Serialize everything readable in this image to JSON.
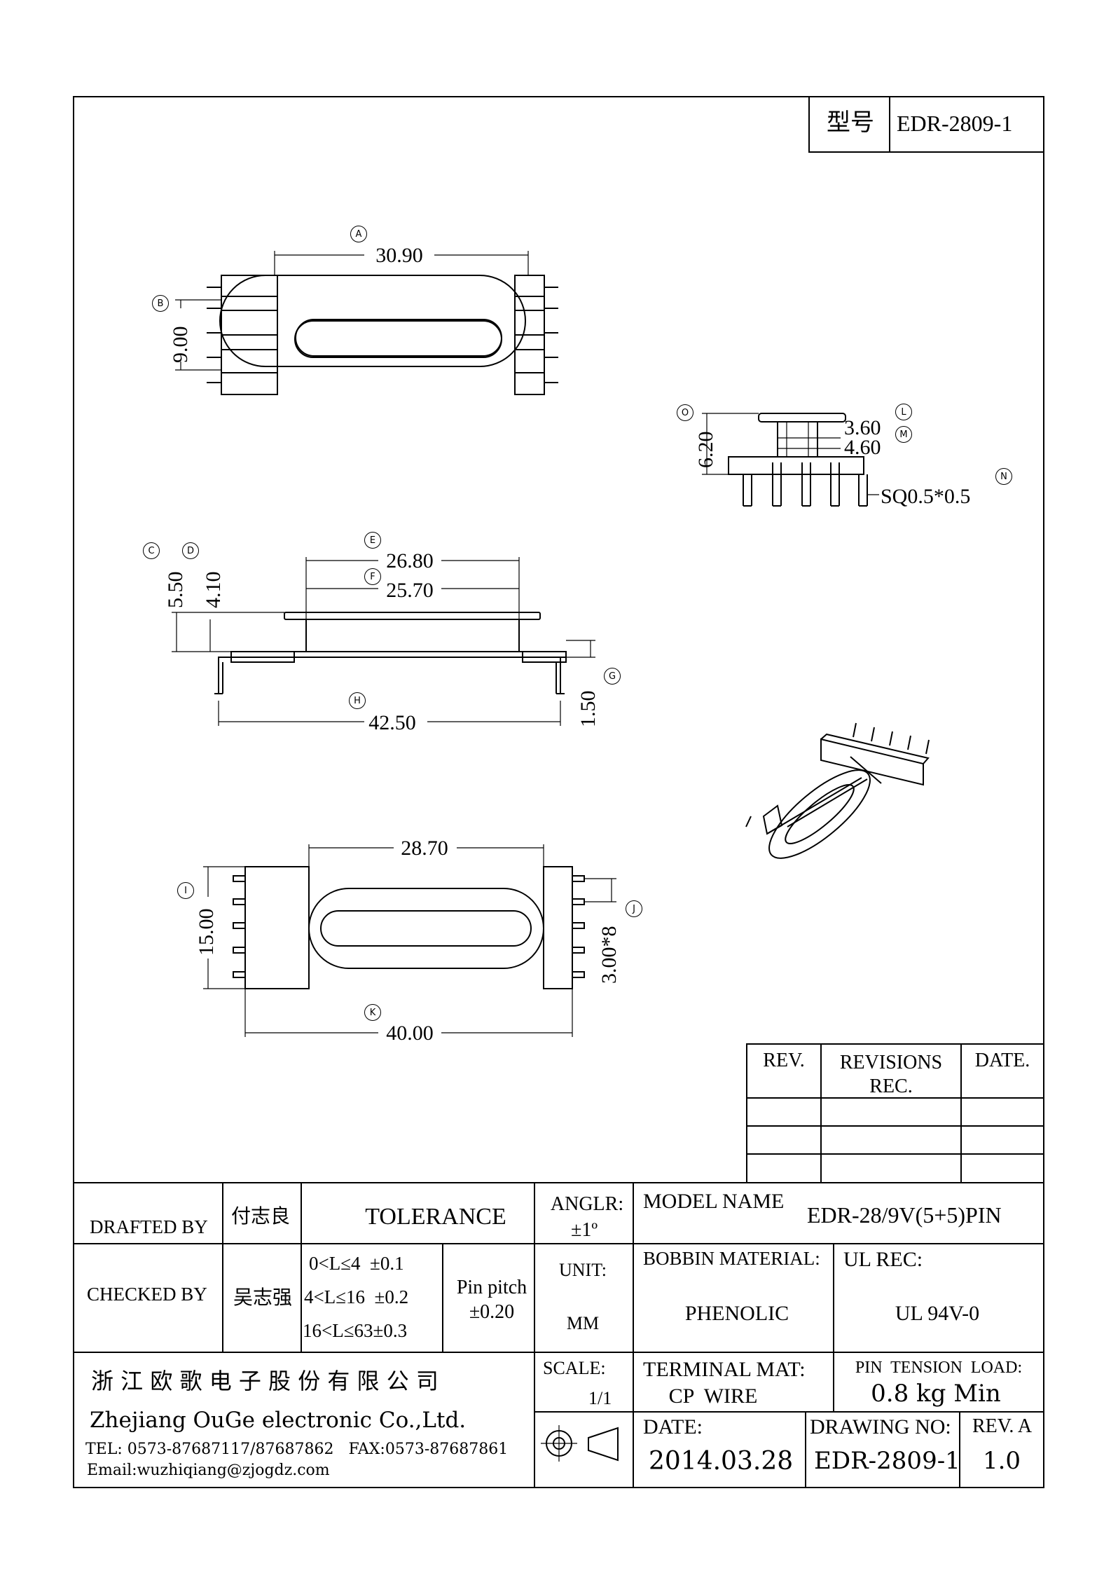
{
  "header": {
    "model_label": "型号",
    "model_value": "EDR-2809-1"
  },
  "dimensions": {
    "top_view": {
      "length": "30.90",
      "height": "9.00"
    },
    "side_view": {
      "flange_outer": "26.80",
      "flange_inner": "25.70",
      "height_total": "5.50",
      "height_core": "4.10",
      "pin_span": "42.50",
      "pin_offset": "1.50"
    },
    "bottom_view": {
      "core_length": "28.70",
      "width": "15.00",
      "pitch": "3.00*8",
      "length": "40.00"
    },
    "end_view": {
      "height": "6.20",
      "inner_a": "3.60",
      "inner_b": "4.60",
      "pin_size": "SQ0.5*0.5"
    }
  },
  "callouts": [
    "A",
    "B",
    "C",
    "D",
    "E",
    "F",
    "G",
    "H",
    "I",
    "J",
    "K",
    "L",
    "M",
    "N",
    "O"
  ],
  "revision_table": {
    "headers": [
      "REV.",
      "REVISIONS REC.",
      "DATE."
    ],
    "rows": [
      [
        "",
        "",
        ""
      ],
      [
        "",
        "",
        ""
      ],
      [
        "",
        "",
        ""
      ]
    ]
  },
  "title_block": {
    "drafted_by_label": "DRAFTED BY",
    "drafted_by": "付志良",
    "checked_by_label": "CHECKED BY",
    "checked_by": "吴志强",
    "tolerance_label": "TOLERANCE",
    "tolerance_rows": [
      "0<L≤4  ±0.1",
      "4<L≤16  ±0.2",
      "16<L≤63±0.3"
    ],
    "pin_pitch": "Pin pitch ±0.20",
    "angle_label": "ANGLR:",
    "angle_value": "±1º",
    "unit_label": "UNIT:",
    "unit_value": "MM",
    "scale_label": "SCALE:",
    "scale_value": "1/1",
    "model_name_label": "MODEL NAME",
    "model_name": "EDR-28/9V(5+5)PIN",
    "bobbin_material_label": "BOBBIN MATERIAL:",
    "bobbin_material": "PHENOLIC",
    "ul_rec_label": "UL REC:",
    "ul_rec": "UL 94V-0",
    "terminal_mat_label": "TERMINAL MAT:",
    "terminal_mat": "CP  WIRE",
    "pin_tension_label": "PIN  TENSION  LOAD:",
    "pin_tension": "0.8 kg Min",
    "date_label": "DATE:",
    "date": "2014.03.28",
    "drawing_no_label": "DRAWING NO:",
    "drawing_no": "EDR-2809-1",
    "rev_label": "REV. A",
    "rev": "1.0",
    "company_cn": "浙 江 欧 歌 电 子 股 份 有 限 公 司",
    "company_en": "Zhejiang OuGe electronic Co.,Ltd.",
    "tel_fax": "TEL: 0573-87687117/87687862   FAX:0573-87687861",
    "email": "Email:wuzhiqiang@zjogdz.com"
  }
}
